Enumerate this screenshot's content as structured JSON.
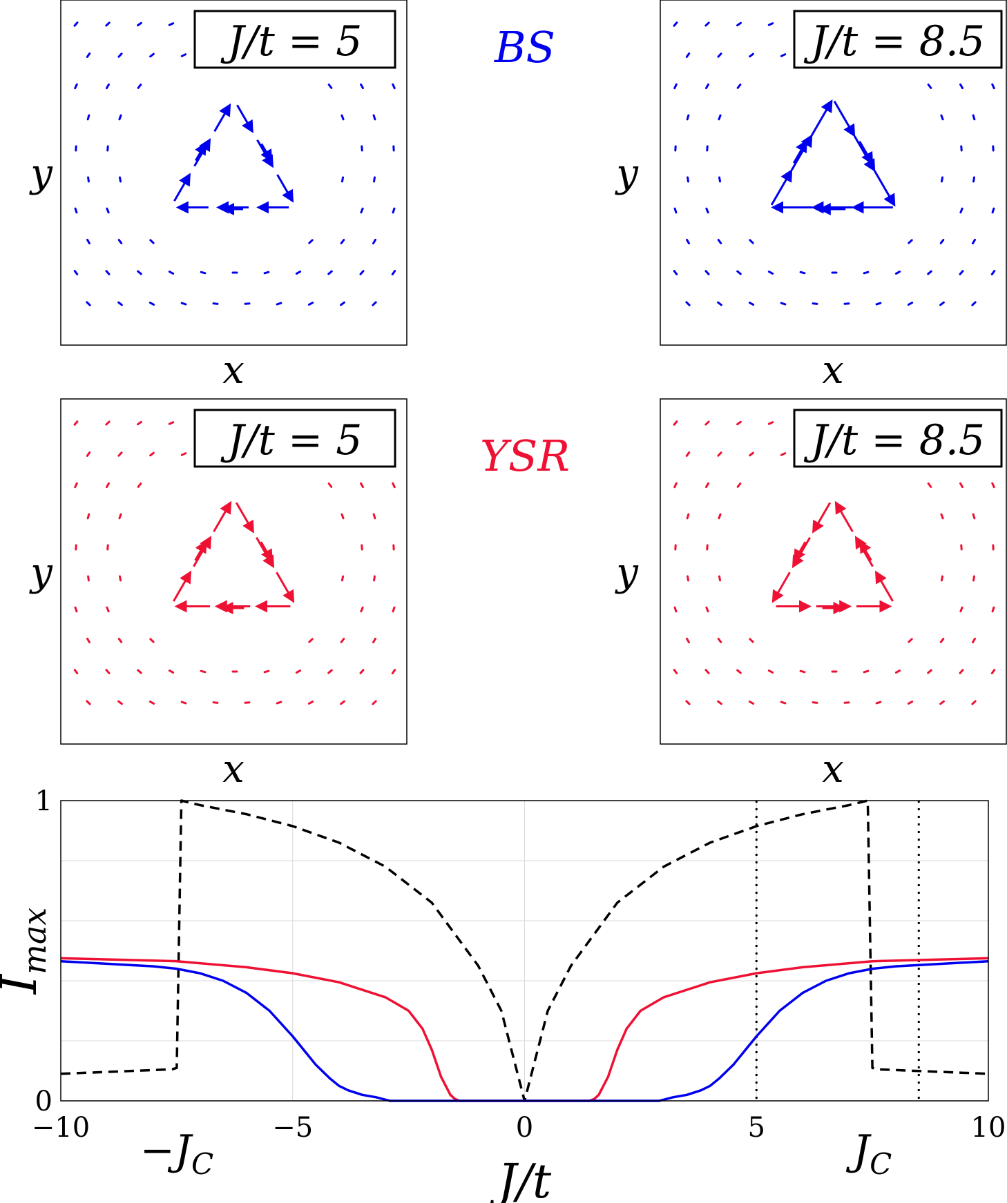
{
  "figure": {
    "section_labels": {
      "bs": "BS",
      "ysr": "YSR"
    },
    "colors": {
      "bs": "#0000ee",
      "ysr": "#ee1133",
      "dashed": "#000000",
      "frame": "#000000",
      "grid": "#d9d9d9"
    }
  },
  "panels": [
    {
      "id": "bs-j5",
      "label": "J/t = 5",
      "family": "bs",
      "rot": 0,
      "scale": 1.0,
      "xlabel": "x",
      "ylabel": "y"
    },
    {
      "id": "bs-j85",
      "label": "J/t = 8.5",
      "family": "bs",
      "rot": 0,
      "scale": 1.3,
      "xlabel": "x",
      "ylabel": "y"
    },
    {
      "id": "ysr-j5",
      "label": "J/t = 5",
      "family": "ysr",
      "rot": 0,
      "scale": 1.1,
      "xlabel": "x",
      "ylabel": "y"
    },
    {
      "id": "ysr-j85",
      "label": "J/t = 8.5",
      "family": "ysr",
      "rot": 180,
      "scale": 1.1,
      "xlabel": "x",
      "ylabel": "y"
    }
  ],
  "chart_data": {
    "type": "line",
    "xlabel": "J/t",
    "ylabel": "I_max",
    "xlim": [
      -10,
      10
    ],
    "ylim": [
      0,
      1
    ],
    "xticks": [
      -10,
      -5,
      0,
      5,
      10
    ],
    "yticks": [
      0,
      1
    ],
    "grid": true,
    "annotations": [
      {
        "text": "−J_C",
        "x": -7.5
      },
      {
        "text": "J_C",
        "x": 7.5
      }
    ],
    "vlines": [
      5,
      8.5
    ],
    "series": [
      {
        "color": "#000000",
        "style": "dashed",
        "x": [
          -10,
          -7.6,
          -7.5,
          -7.4,
          -7,
          -6,
          -5,
          -4,
          -3,
          -2,
          -1,
          -0.5,
          0,
          0.5,
          1,
          2,
          3,
          4,
          5,
          6,
          7,
          7.4,
          7.5,
          7.6,
          10
        ],
        "y": [
          0.09,
          0.105,
          0.11,
          1.0,
          0.985,
          0.955,
          0.915,
          0.86,
          0.78,
          0.66,
          0.45,
          0.3,
          0.0,
          0.3,
          0.45,
          0.66,
          0.78,
          0.86,
          0.915,
          0.955,
          0.985,
          1.0,
          0.11,
          0.105,
          0.09
        ]
      },
      {
        "color": "#ee1133",
        "style": "solid",
        "x": [
          -10,
          -7.5,
          -6,
          -5,
          -4,
          -3,
          -2.5,
          -2.2,
          -2,
          -1.8,
          -1.6,
          -1.5,
          -1.4,
          1.4,
          1.5,
          1.6,
          1.8,
          2,
          2.2,
          2.5,
          3,
          4,
          5,
          6,
          7.5,
          10
        ],
        "y": [
          0.475,
          0.465,
          0.445,
          0.425,
          0.395,
          0.345,
          0.3,
          0.24,
          0.17,
          0.08,
          0.02,
          0.006,
          0.0,
          0.0,
          0.006,
          0.02,
          0.08,
          0.17,
          0.24,
          0.3,
          0.345,
          0.395,
          0.425,
          0.445,
          0.465,
          0.475
        ]
      },
      {
        "color": "#0000ee",
        "style": "solid",
        "x": [
          -10,
          -8,
          -7.5,
          -7,
          -6.5,
          -6,
          -5.5,
          -5,
          -4.5,
          -4.2,
          -4,
          -3.8,
          -3.5,
          -3.2,
          -3.0,
          -2.9,
          2.9,
          3.0,
          3.2,
          3.5,
          3.8,
          4,
          4.2,
          4.5,
          5,
          5.5,
          6,
          6.5,
          7,
          7.5,
          8,
          10
        ],
        "y": [
          0.465,
          0.448,
          0.44,
          0.425,
          0.4,
          0.36,
          0.3,
          0.215,
          0.12,
          0.075,
          0.05,
          0.035,
          0.02,
          0.012,
          0.004,
          0.0,
          0.0,
          0.004,
          0.012,
          0.02,
          0.035,
          0.05,
          0.075,
          0.12,
          0.215,
          0.3,
          0.36,
          0.4,
          0.425,
          0.44,
          0.448,
          0.465
        ]
      }
    ]
  }
}
